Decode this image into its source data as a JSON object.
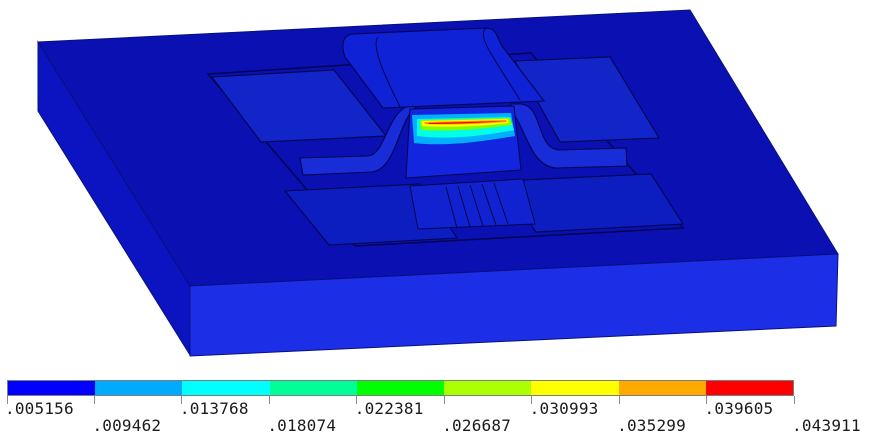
{
  "viewport": {
    "background": "#ffffff",
    "model_body_color": "#0b12b8",
    "model_top_color": "#1020d0",
    "model_side_color": "#1030e0",
    "hotspot_colors": [
      "#00a8ff",
      "#00ffea",
      "#7fff00",
      "#ffff00",
      "#ff8000",
      "#ff0000"
    ]
  },
  "legend": {
    "colors": [
      "#0000ff",
      "#00aaff",
      "#00ffff",
      "#00ff99",
      "#00ff00",
      "#aaff00",
      "#ffff00",
      "#ffaa00",
      "#ff0000"
    ],
    "labels": [
      ".005156",
      ".009462",
      ".013768",
      ".018074",
      ".022381",
      ".026687",
      ".030993",
      ".035299",
      ".039605",
      ".043911"
    ]
  }
}
